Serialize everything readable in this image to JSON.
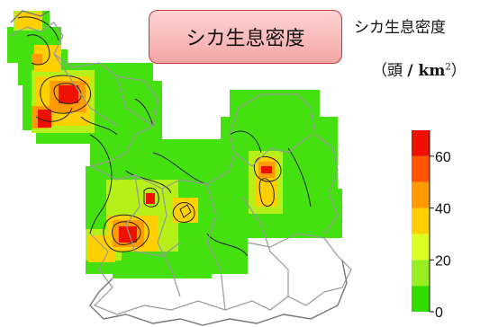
{
  "title": "シカ生息密度",
  "legend": {
    "title": "シカ生息密度",
    "unit_open": "（頭 ",
    "unit_main": "/ km",
    "unit_sup": "2",
    "unit_close": "）",
    "ticks": [
      "0",
      "20",
      "40",
      "60"
    ],
    "bands": [
      {
        "from": 0,
        "to": 10,
        "color": "#33dd00"
      },
      {
        "from": 10,
        "to": 20,
        "color": "#99ee22"
      },
      {
        "from": 20,
        "to": 30,
        "color": "#ddff22"
      },
      {
        "from": 30,
        "to": 40,
        "color": "#ffd000"
      },
      {
        "from": 40,
        "to": 50,
        "color": "#ff9a00"
      },
      {
        "from": 50,
        "to": 60,
        "color": "#ff5500"
      },
      {
        "from": 60,
        "to": 70,
        "color": "#ee1100"
      }
    ],
    "min": 0,
    "max": 70
  }
}
